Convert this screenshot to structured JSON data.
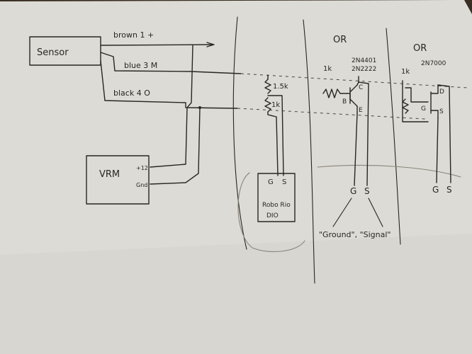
{
  "sensor": {
    "label": "Sensor"
  },
  "wires": {
    "brown": "brown 1 +",
    "blue": "blue 3 M",
    "black": "black 4 O"
  },
  "vrm": {
    "label": "VRM",
    "pin_plus": "+12",
    "pin_gnd": "Gnd"
  },
  "divider": {
    "r1": "1.5k",
    "r2": "1k"
  },
  "roborio": {
    "pin_g": "G",
    "pin_s": "S",
    "line1": "Robo Rio",
    "line2": "DIO"
  },
  "separators": {
    "or1": "OR",
    "or2": "OR"
  },
  "transistor": {
    "resistor": "1k",
    "part1": "2N4401",
    "part2": "2N2222",
    "c": "C",
    "b": "B",
    "e": "E",
    "out_g": "G",
    "out_s": "S"
  },
  "mosfet": {
    "resistor": "1k",
    "part": "2N7000",
    "d": "D",
    "g": "G",
    "s": "S",
    "out_g": "G",
    "out_s": "S"
  },
  "legend": {
    "text": "\"Ground\", \"Signal\""
  }
}
